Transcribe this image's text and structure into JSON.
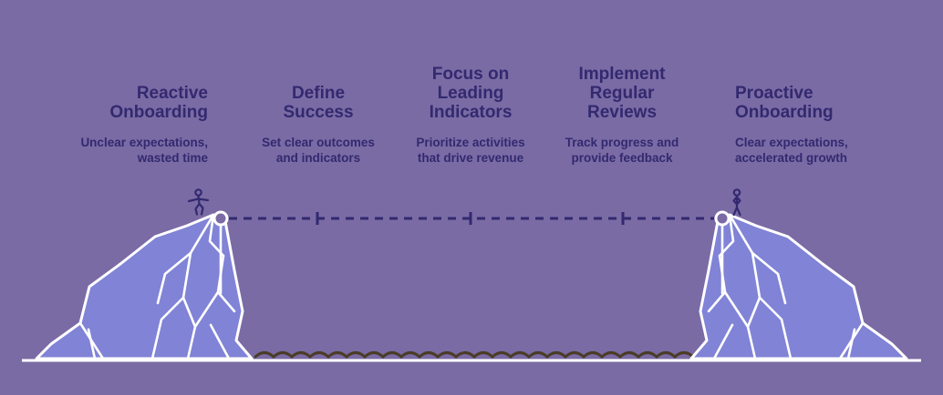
{
  "steps": [
    {
      "title": "Reactive\nOnboarding",
      "subtitle": "Unclear expectations,\nwasted time"
    },
    {
      "title": "Define\nSuccess",
      "subtitle": "Set clear outcomes\nand indicators"
    },
    {
      "title": "Focus on\nLeading\nIndicators",
      "subtitle": "Prioritize activities\nthat drive revenue"
    },
    {
      "title": "Implement\nRegular\nReviews",
      "subtitle": "Track progress and\nprovide feedback"
    },
    {
      "title": "Proactive\nOnboarding",
      "subtitle": "Clear expectations,\naccelerated growth"
    }
  ],
  "illustration": {
    "left_figure_icon": "stick-figure-walking-icon",
    "right_figure_icon": "stick-figure-standing-icon",
    "left_mountain": "low-poly-cliff",
    "right_mountain": "low-poly-cliff-mirrored",
    "rope": "dashed-tightrope-with-3-tick-marks",
    "anchors": "white-circle-anchors-on-each-peak",
    "water": "wavy-line-between-cliffs",
    "ground": "horizontal-baseline"
  },
  "colors": {
    "background": "#7A6BA5",
    "mountain-fill": "#8083D6",
    "outline": "#FFFFFF",
    "ink": "#33296F",
    "wave": "#4A3C26"
  }
}
